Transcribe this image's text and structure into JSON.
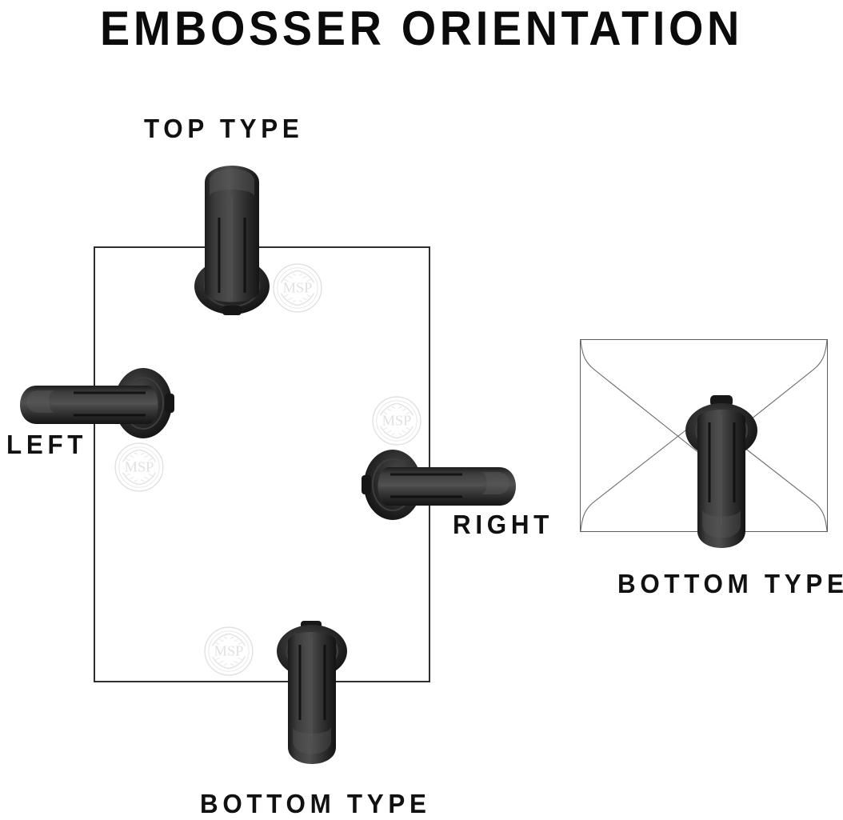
{
  "page": {
    "title": "EMBOSSER ORIENTATION",
    "background_color": "#ffffff",
    "ink_color": "#111111"
  },
  "labels": {
    "top": "TOP TYPE",
    "left": "LEFT",
    "right": "RIGHT",
    "bottom_paper": "BOTTOM TYPE",
    "bottom_envelope": "BOTTOM TYPE"
  },
  "media": {
    "paper_outline_color": "#2e2e2e",
    "envelope_outline_color": "#5d5d5d"
  },
  "seal": {
    "monogram": "MSP",
    "color": "#e3e3e3"
  },
  "embosser": {
    "body_color": "#2b2b2b",
    "highlight_color": "#4a4a4a",
    "shadow_color": "#111111",
    "orientations": [
      "top",
      "left",
      "right",
      "bottom"
    ]
  }
}
